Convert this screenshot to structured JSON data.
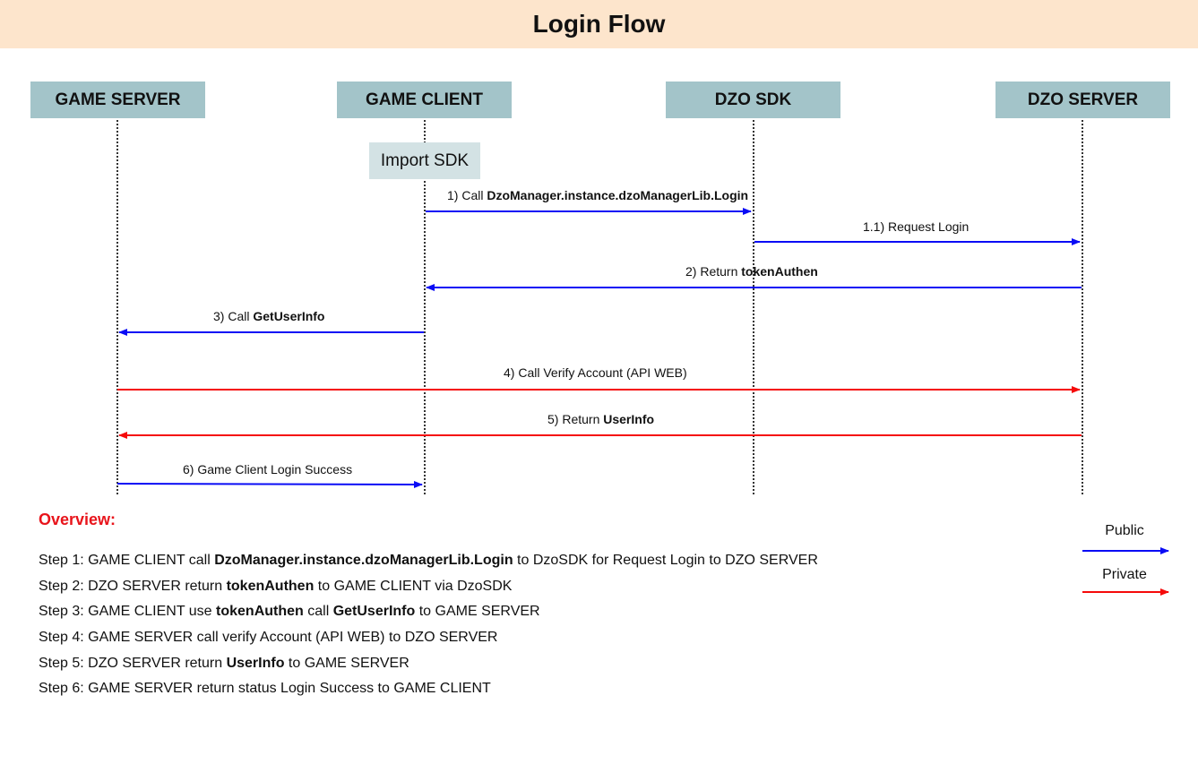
{
  "title": "Login Flow",
  "actors": [
    {
      "label": "GAME SERVER"
    },
    {
      "label": "GAME CLIENT"
    },
    {
      "label": "DZO SDK"
    },
    {
      "label": "DZO SERVER"
    }
  ],
  "import_box": "Import SDK",
  "messages": [
    {
      "prefix": "1) Call ",
      "bold": "DzoManager.instance.dzoManagerLib.Login",
      "suffix": "",
      "type": "Public"
    },
    {
      "prefix": "1.1) Request Login",
      "bold": "",
      "suffix": "",
      "type": "Public"
    },
    {
      "prefix": "2) Return ",
      "bold": "tokenAuthen",
      "suffix": "",
      "type": "Public"
    },
    {
      "prefix": "3) Call ",
      "bold": "GetUserInfo",
      "suffix": "",
      "type": "Public"
    },
    {
      "prefix": "4) Call Verify Account (API WEB)",
      "bold": "",
      "suffix": "",
      "type": "Private"
    },
    {
      "prefix": "5) Return ",
      "bold": "UserInfo",
      "suffix": "",
      "type": "Private"
    },
    {
      "prefix": "6) Game Client Login Success",
      "bold": "",
      "suffix": "",
      "type": "Public"
    }
  ],
  "overview": {
    "title": "Overview:",
    "steps": [
      {
        "segments": [
          {
            "t": "Step 1: GAME CLIENT call ",
            "b": false
          },
          {
            "t": "DzoManager.instance.dzoManagerLib.Login",
            "b": true
          },
          {
            "t": " to DzoSDK for Request Login to DZO SERVER",
            "b": false
          }
        ]
      },
      {
        "segments": [
          {
            "t": "Step 2: DZO SERVER return ",
            "b": false
          },
          {
            "t": "tokenAuthen",
            "b": true
          },
          {
            "t": " to GAME CLIENT via DzoSDK",
            "b": false
          }
        ]
      },
      {
        "segments": [
          {
            "t": "Step 3: GAME CLIENT use ",
            "b": false
          },
          {
            "t": "tokenAuthen",
            "b": true
          },
          {
            "t": " call ",
            "b": false
          },
          {
            "t": "GetUserInfo",
            "b": true
          },
          {
            "t": " to GAME SERVER",
            "b": false
          }
        ]
      },
      {
        "segments": [
          {
            "t": "Step 4: GAME SERVER call verify Account (API WEB) to DZO SERVER",
            "b": false
          }
        ]
      },
      {
        "segments": [
          {
            "t": "Step 5: DZO SERVER return ",
            "b": false
          },
          {
            "t": "UserInfo",
            "b": true
          },
          {
            "t": " to GAME SERVER",
            "b": false
          }
        ]
      },
      {
        "segments": [
          {
            "t": "Step 6: GAME SERVER return status Login Success to GAME CLIENT",
            "b": false
          }
        ]
      }
    ]
  },
  "legend": [
    {
      "label": "Public",
      "color": "#0a0cf5"
    },
    {
      "label": "Private",
      "color": "#f50a0a"
    }
  ]
}
